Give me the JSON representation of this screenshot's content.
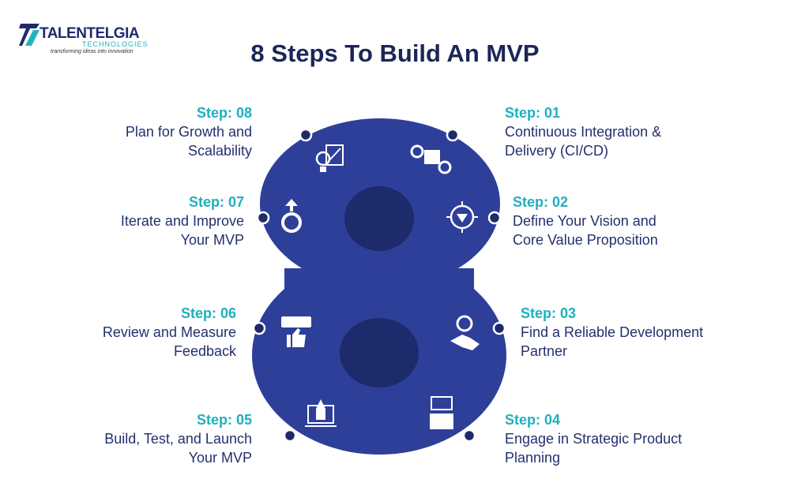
{
  "logo": {
    "brand": "TALENTELGIA",
    "sub": "TECHNOLOGIES",
    "tagline": "transforming ideas into innovation"
  },
  "title": "8 Steps To Build An MVP",
  "colors": {
    "shape": "#2e3f99",
    "hole": "#1d2a6b",
    "label": "#1fb0bd",
    "text": "#24306e"
  },
  "steps": [
    {
      "label": "Step: 01",
      "text1": "Continuous Integration &",
      "text2": "Delivery (CI/CD)",
      "icon": "boxes-gears-icon"
    },
    {
      "label": "Step: 02",
      "text1": "Define Your Vision and",
      "text2": "Core Value Proposition",
      "icon": "diamond-target-icon"
    },
    {
      "label": "Step: 03",
      "text1": "Find a Reliable Development",
      "text2": "Partner",
      "icon": "handshake-gear-icon"
    },
    {
      "label": "Step: 04",
      "text1": "Engage in Strategic Product",
      "text2": "Planning",
      "icon": "strategy-board-icon"
    },
    {
      "label": "Step: 05",
      "text1": "Build, Test, and Launch",
      "text2": "Your MVP",
      "icon": "rocket-laptop-icon"
    },
    {
      "label": "Step: 06",
      "text1": "Review and Measure",
      "text2": "Feedback",
      "icon": "rating-thumbs-up-icon"
    },
    {
      "label": "Step: 07",
      "text1": "Iterate and Improve",
      "text2": "Your MVP",
      "icon": "gear-arrow-up-icon"
    },
    {
      "label": "Step: 08",
      "text1": "Plan for Growth and",
      "text2": "Scalability",
      "icon": "bulb-growth-icon"
    }
  ]
}
